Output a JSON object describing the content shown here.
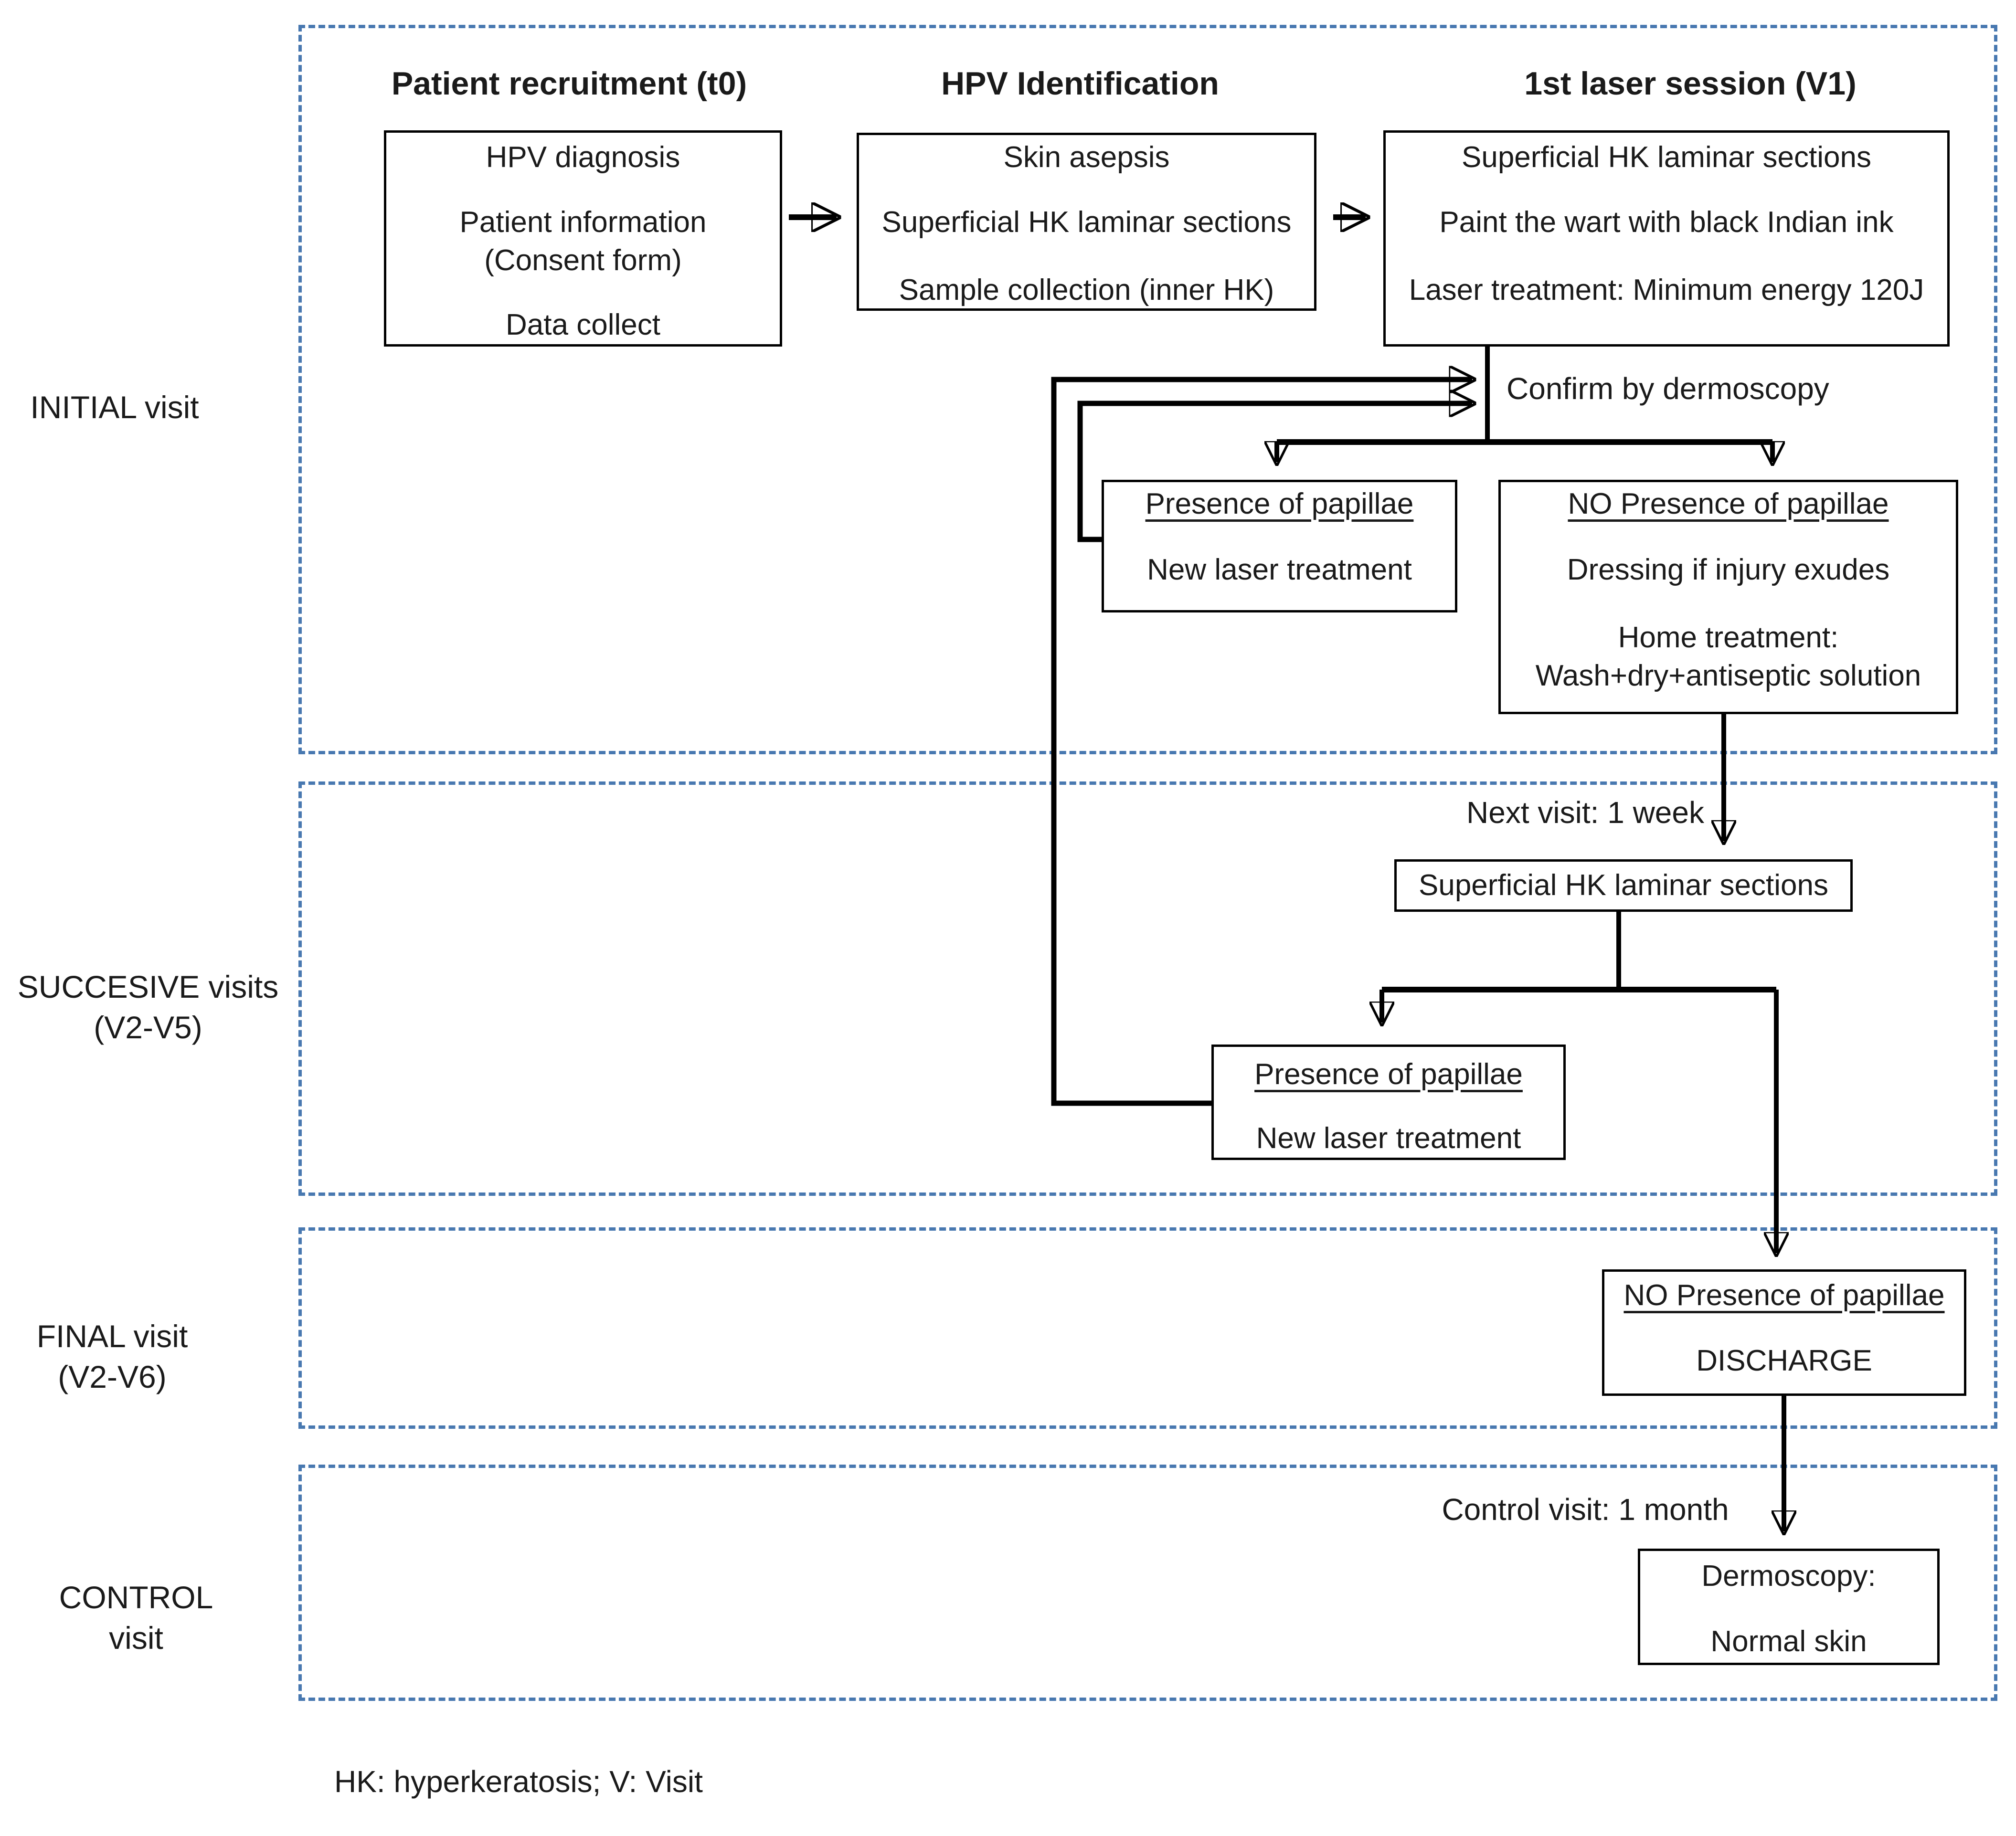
{
  "palette": {
    "dash_border": "#4878b0",
    "connector": "#000000",
    "text": "#1a1a1a",
    "box_background": "#ffffff"
  },
  "row_labels": {
    "initial": "INITIAL visit",
    "successive_line1": "SUCCESIVE visits",
    "successive_line2": "(V2-V5)",
    "final_line1": "FINAL visit",
    "final_line2": "(V2-V6)",
    "control": "CONTROL visit"
  },
  "column_headers": {
    "recruitment": "Patient recruitment (t0)",
    "identification": "HPV Identification",
    "laser": "1st laser session (V1)"
  },
  "boxes": {
    "recruitment": {
      "line1": "HPV diagnosis",
      "line2": "Patient information",
      "line3": "(Consent form)",
      "line4": "Data collect"
    },
    "identification": {
      "line1": "Skin asepsis",
      "line2": "Superficial HK laminar sections",
      "line3": "Sample collection (inner HK)"
    },
    "laser": {
      "line1": "Superficial HK laminar sections",
      "line2": "Paint the wart with black Indian ink",
      "line3": "Laser treatment: Minimum energy 120J"
    },
    "papillae_initial": {
      "title": "Presence of papillae",
      "line1": "New laser treatment"
    },
    "no_papillae_initial": {
      "title": "NO Presence of papillae",
      "line1": "Dressing if injury exudes",
      "line2": "Home treatment:",
      "line3": "Wash+dry+antiseptic solution"
    },
    "laminar_successive": {
      "line1": "Superficial HK laminar sections"
    },
    "papillae_successive": {
      "title": "Presence of papillae",
      "line1": "New laser treatment"
    },
    "no_papillae_final": {
      "title": "NO Presence of papillae",
      "line1": "DISCHARGE"
    },
    "dermoscopy_control": {
      "line1": "Dermoscopy:",
      "line2": "Normal skin"
    }
  },
  "annotations": {
    "confirm": "Confirm by dermoscopy",
    "next_visit": "Next visit: 1 week",
    "control_visit": "Control visit: 1 month",
    "footnote": "HK: hyperkeratosis; V: Visit"
  }
}
